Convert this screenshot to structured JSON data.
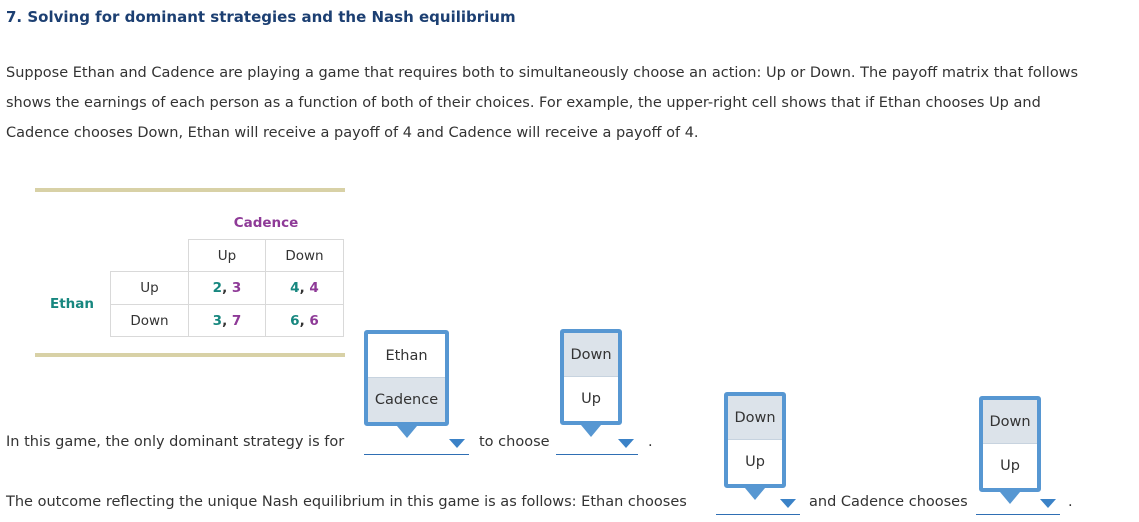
{
  "title": "7. Solving for dominant strategies and the Nash equilibrium",
  "intro": [
    "Suppose Ethan and Cadence are playing a game that requires both to simultaneously choose an action: Up or Down. The payoff matrix that follows",
    "shows the earnings of each person as a function of both of their choices. For example, the upper-right cell shows that if Ethan chooses Up and",
    "Cadence chooses Down, Ethan will receive a payoff of 4 and Cadence will receive a payoff of 4."
  ],
  "matrix": {
    "col_player": "Cadence",
    "row_player": "Ethan",
    "col_actions": [
      "Up",
      "Down"
    ],
    "row_actions": [
      "Up",
      "Down"
    ],
    "payoffs": [
      [
        {
          "ethan": "2",
          "cadence": "3"
        },
        {
          "ethan": "4",
          "cadence": "4"
        }
      ],
      [
        {
          "ethan": "3",
          "cadence": "7"
        },
        {
          "ethan": "6",
          "cadence": "6"
        }
      ]
    ],
    "colors": {
      "ethan": "#17877f",
      "cadence": "#8e3a97"
    }
  },
  "question1": {
    "before": "In this game, the only dominant strategy is for",
    "middle": "to choose",
    "after": ".",
    "player_options": [
      "Ethan",
      "Cadence"
    ],
    "action_options": [
      "Down",
      "Up"
    ]
  },
  "question2": {
    "before": "The outcome reflecting the unique Nash equilibrium in this game is as follows: Ethan chooses",
    "middle": "and Cadence chooses",
    "after": ".",
    "ethan_options": [
      "Down",
      "Up"
    ],
    "cadence_options": [
      "Down",
      "Up"
    ]
  },
  "accent_color": "#5797d2"
}
